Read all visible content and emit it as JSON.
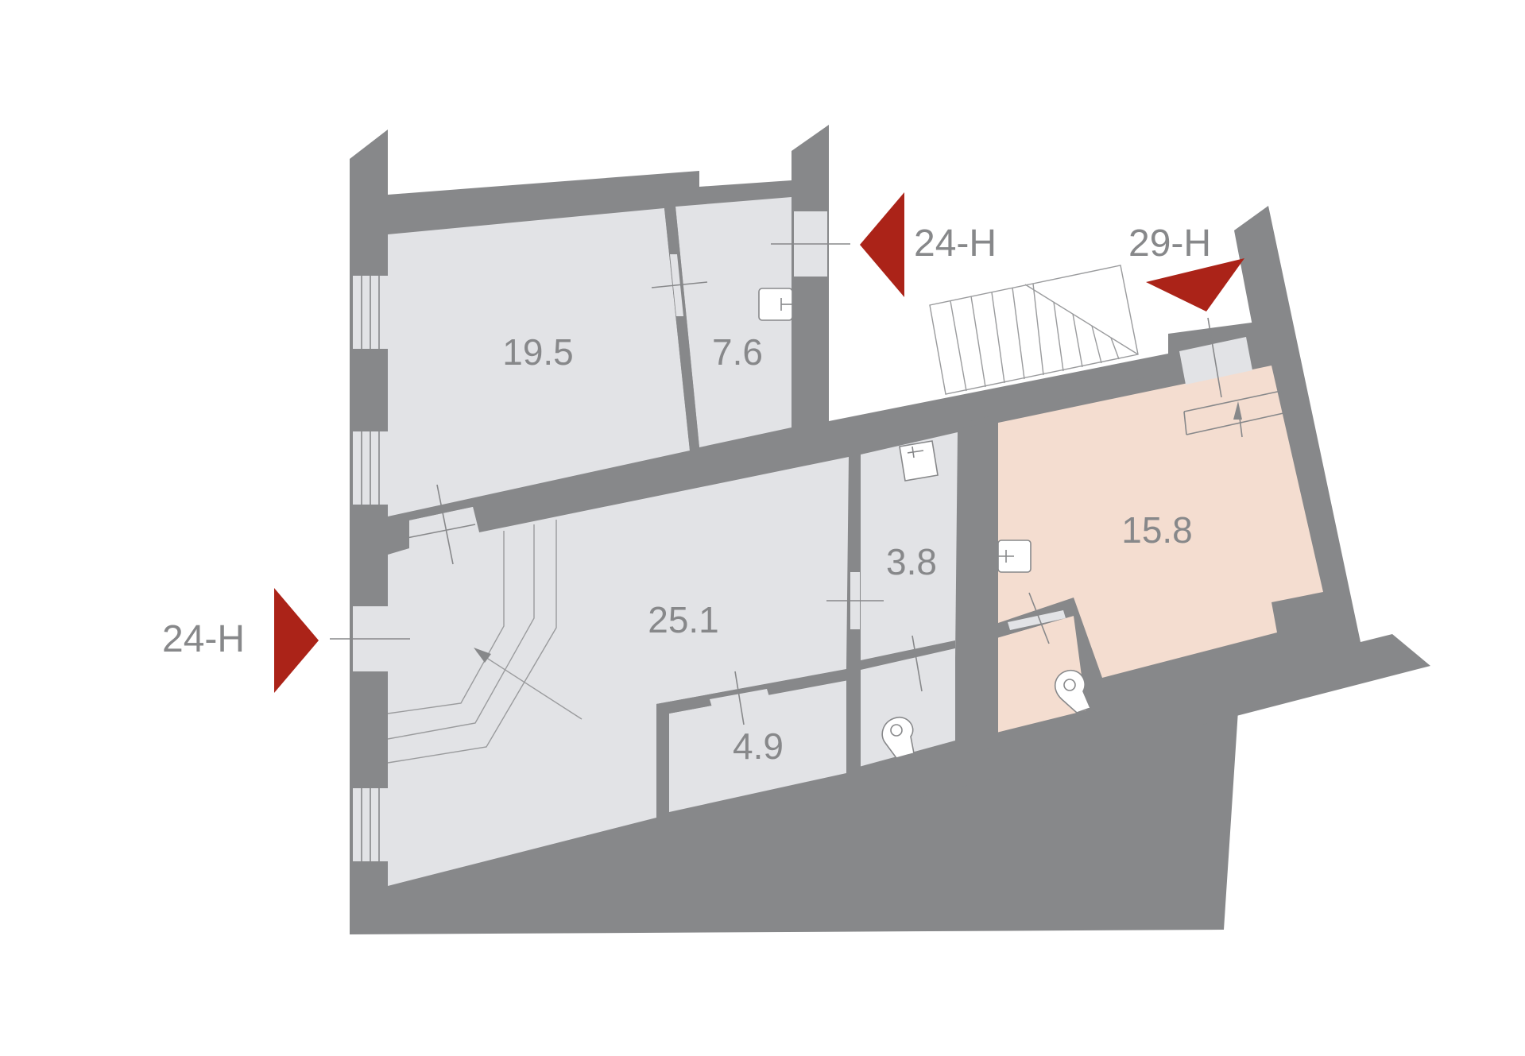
{
  "rooms": [
    {
      "id": "room-a",
      "area": "19.5",
      "highlighted": false
    },
    {
      "id": "room-b",
      "area": "7.6",
      "highlighted": false
    },
    {
      "id": "room-c",
      "area": "25.1",
      "highlighted": false
    },
    {
      "id": "room-d",
      "area": "3.8",
      "highlighted": false
    },
    {
      "id": "room-e",
      "area": "4.9",
      "highlighted": false
    },
    {
      "id": "room-f",
      "area": "15.8",
      "highlighted": true
    }
  ],
  "entrances": [
    {
      "id": "entrance-top",
      "label": "24-Н"
    },
    {
      "id": "entrance-right",
      "label": "29-Н"
    },
    {
      "id": "entrance-left",
      "label": "24-Н"
    }
  ],
  "colors": {
    "wall": "#87888a",
    "floor": "#e2e3e6",
    "highlight": "#f4ddd0",
    "marker": "#ab2318"
  }
}
